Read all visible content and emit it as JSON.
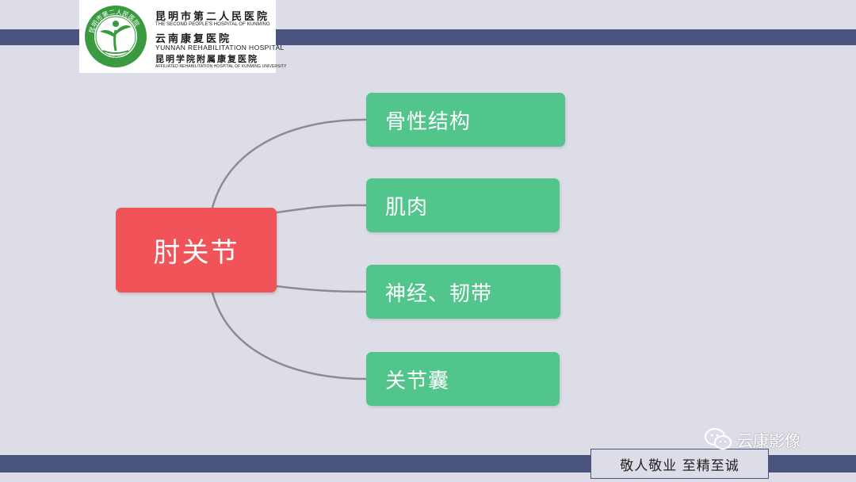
{
  "header": {
    "hospital_1_cn": "昆明市第二人民医院",
    "hospital_1_en": "THE SECOND PEOPLE'S HOSPITAL OF KUNMING",
    "hospital_2_cn": "云南康复医院",
    "hospital_2_en": "YUNNAN REHABILITATION HOSPITAL",
    "hospital_3_cn": "昆明学院附属康复医院",
    "hospital_3_en": "AFFILIATED REHABILITATION HOSPITAL OF KUNMING UNIVERSITY"
  },
  "mindmap": {
    "central": "肘关节",
    "branches": [
      "骨性结构",
      "肌肉",
      "神经、韧带",
      "关节囊"
    ]
  },
  "footer": {
    "motto": "敬人敬业  至精至诚",
    "watermark": "云康影像"
  },
  "colors": {
    "band": "#4a527e",
    "background": "#dddde8",
    "central_node": "#f05459",
    "branch_node": "#52c58c",
    "connector": "#8c8c8c",
    "logo_green": "#3a9a3f"
  }
}
